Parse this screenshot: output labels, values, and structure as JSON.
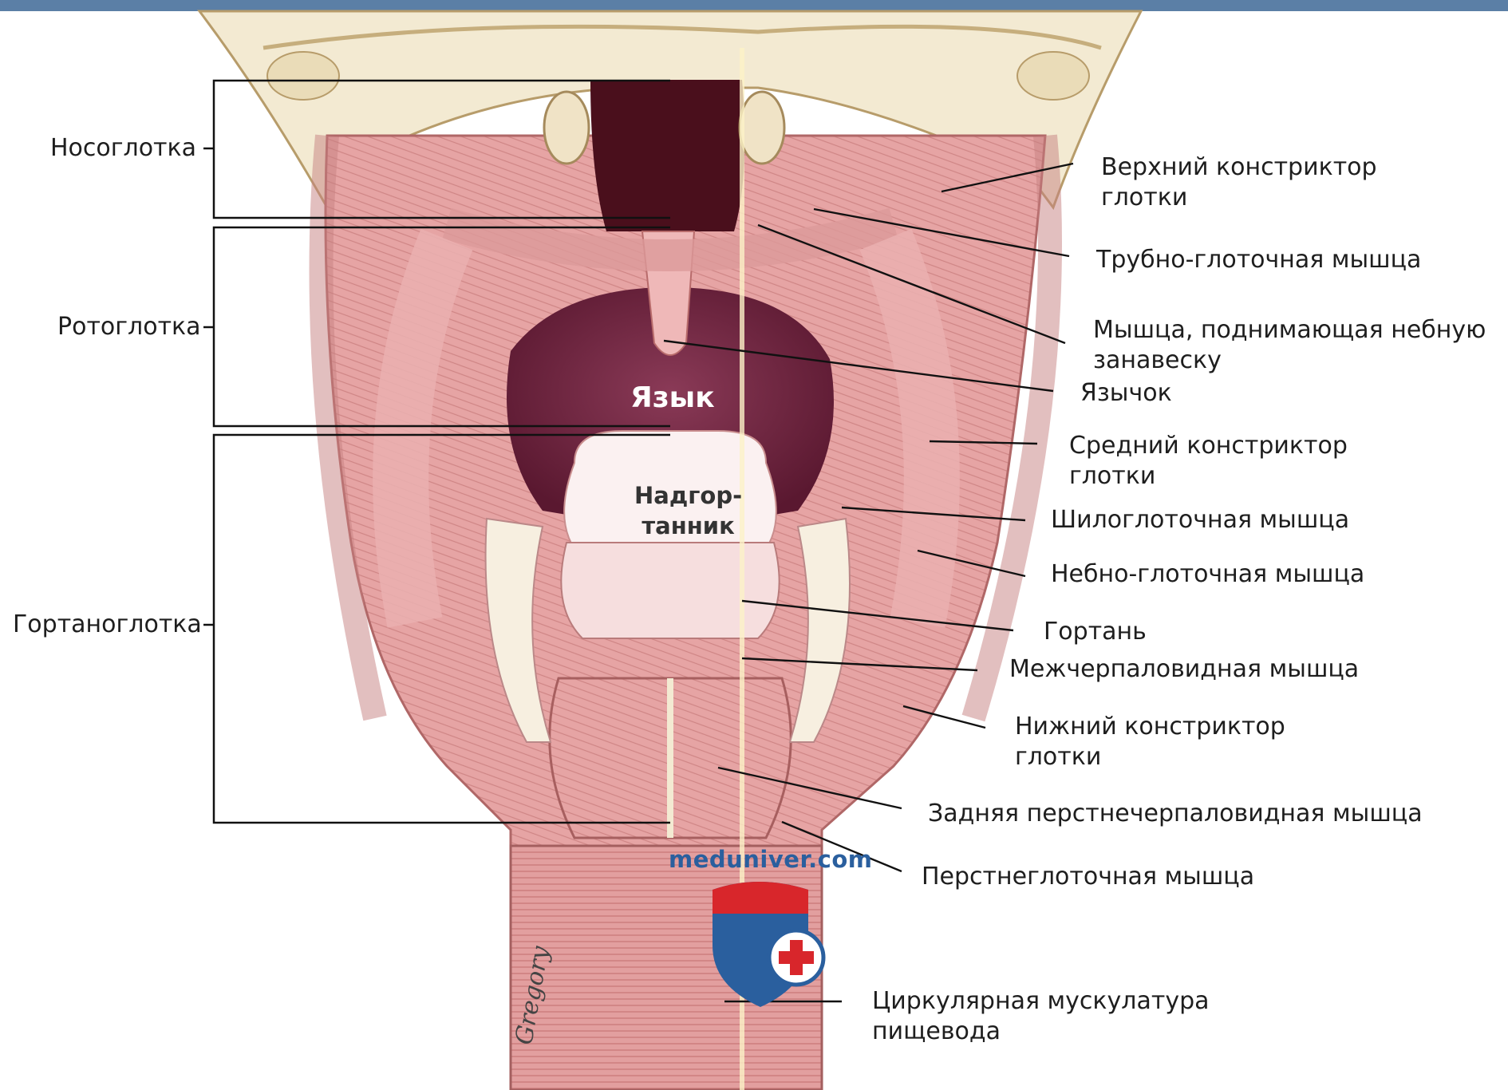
{
  "colors": {
    "muscle": "#e7a6a6",
    "muscle_dark": "#cf7f80",
    "bone": "#f3ead2",
    "cavity_dark": "#4a0f1c",
    "tongue": "#7a2e48",
    "header_bar": "#5b7fa6",
    "logo_blue": "#2a5f9e",
    "logo_red": "#d8262b"
  },
  "left_labels": {
    "nasopharynx": "Носоглотка",
    "oropharynx": "Ротоглотка",
    "laryngopharynx": "Гортаноглотка"
  },
  "right_labels": {
    "superior_constrictor": [
      "Верхний констриктор",
      "глотки"
    ],
    "salpingopharyngeus": "Трубно-глоточная мышца",
    "levator_veli_palatini": [
      "Мышца, поднимающая небную",
      "занавеску"
    ],
    "uvula": "Язычок",
    "middle_constrictor": [
      "Средний констриктор",
      "глотки"
    ],
    "stylopharyngeus": "Шилоглоточная мышца",
    "palatopharyngeus": "Небно-глоточная мышца",
    "larynx": "Гортань",
    "interarytenoid": "Межчерпаловидная мышца",
    "inferior_constrictor": [
      "Нижний констриктор",
      "глотки"
    ],
    "posterior_cricoarytenoid": "Задняя перстнечерпаловидная мышца",
    "cricopharyngeus": "Перстнеглоточная мышца",
    "esophagus_circular": [
      "Циркулярная мускулатура",
      "пищевода"
    ]
  },
  "inner_labels": {
    "tongue": "Язык",
    "epiglottis": [
      "Надгор-",
      "танник"
    ]
  },
  "watermark": "meduniver.com",
  "signature": "Gregory"
}
